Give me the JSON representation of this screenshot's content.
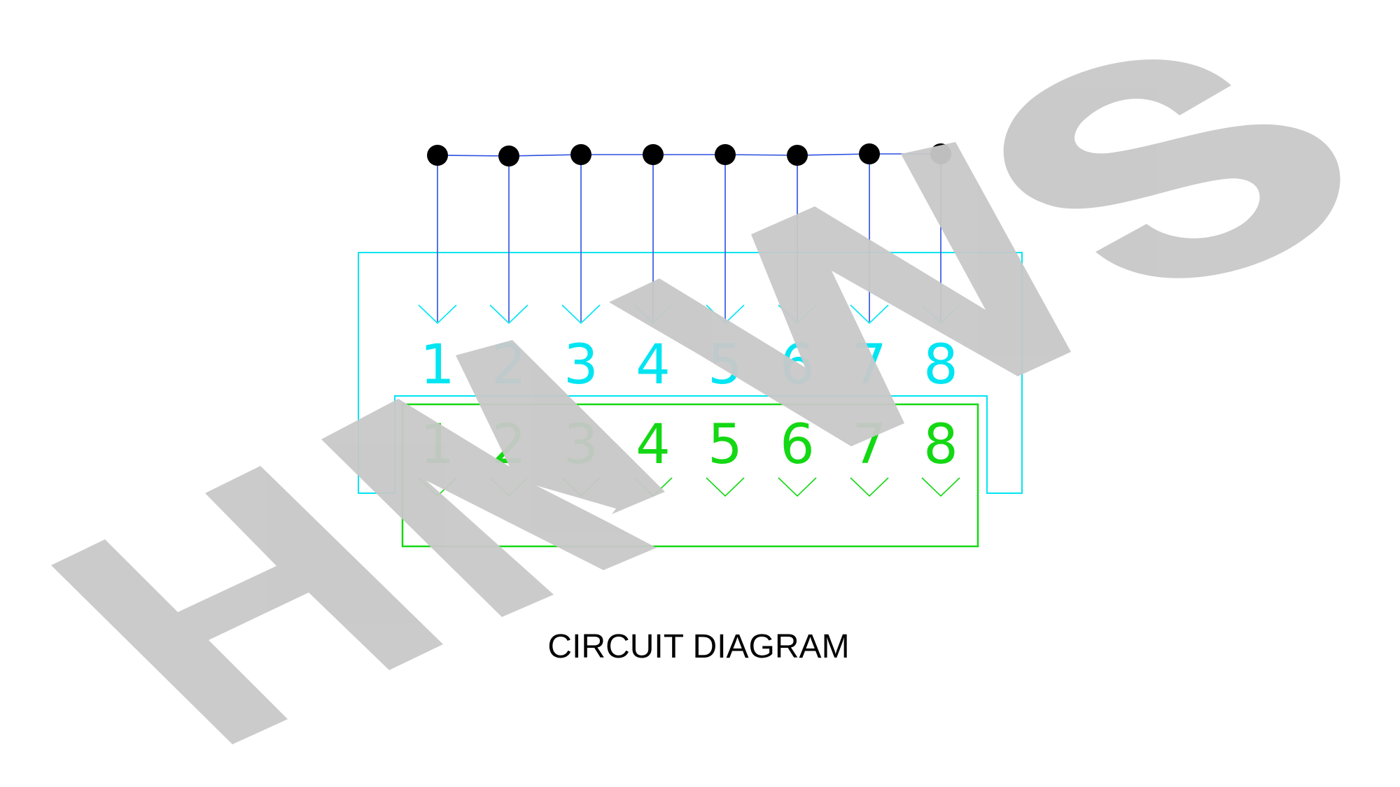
{
  "caption": "CIRCUIT DIAGRAM",
  "watermark": "HMWS",
  "colors": {
    "wire": "#2a4ee0",
    "node": "#000000",
    "top_connector": "#00e5f2",
    "bottom_connector": "#13d813",
    "watermark": "#c8c8c8"
  },
  "top_pins": [
    "1",
    "2",
    "3",
    "4",
    "5",
    "6",
    "7",
    "8"
  ],
  "bottom_pins": [
    "1",
    "2",
    "3",
    "4",
    "5",
    "6",
    "7",
    "8"
  ]
}
